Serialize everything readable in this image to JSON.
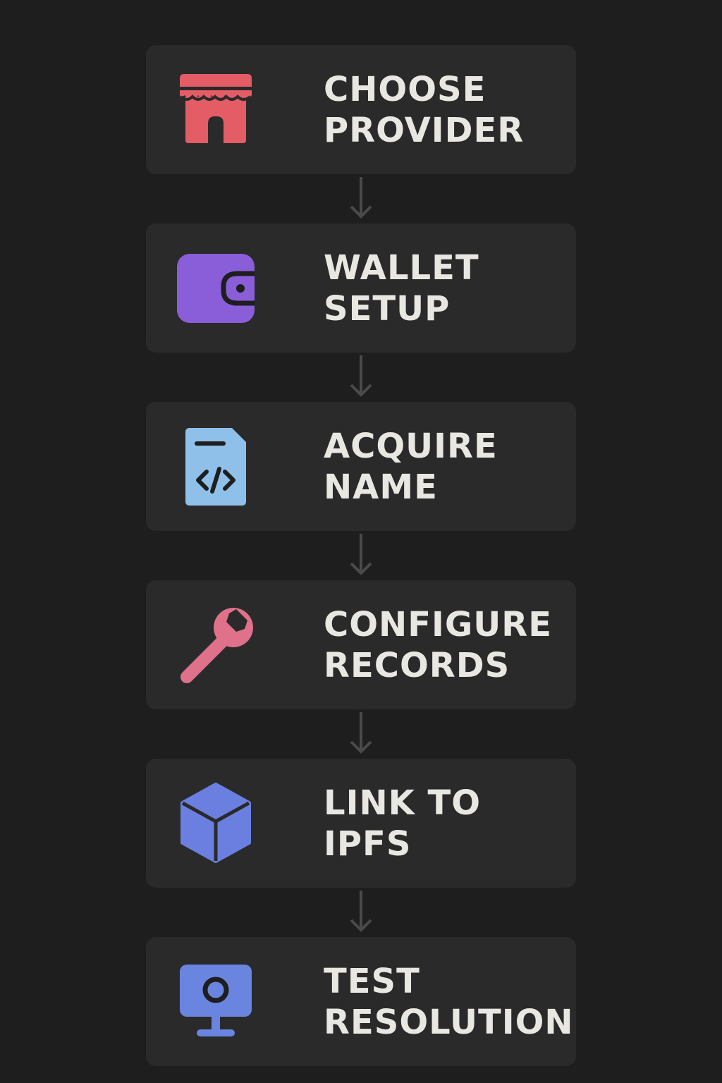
{
  "steps": [
    {
      "line1": "CHOOSE",
      "line2": "PROVIDER",
      "icon": "storefront-icon",
      "color": "#e35c66"
    },
    {
      "line1": "WALLET",
      "line2": "SETUP",
      "icon": "wallet-icon",
      "color": "#8a5ed8"
    },
    {
      "line1": "ACQUIRE",
      "line2": "NAME",
      "icon": "code-file-icon",
      "color": "#8ec0ea"
    },
    {
      "line1": "CONFIGURE",
      "line2": "RECORDS",
      "icon": "wrench-icon",
      "color": "#e0718a"
    },
    {
      "line1": "LINK TO",
      "line2": "IPFS",
      "icon": "cube-icon",
      "color": "#6a7fe0"
    },
    {
      "line1": "TEST",
      "line2": "RESOLUTION",
      "icon": "monitor-icon",
      "color": "#6a85e0"
    }
  ],
  "colors": {
    "background": "#1e1e1e",
    "card": "#2a2a2a",
    "text": "#e9e7e2",
    "arrow": "#4a4a4a"
  }
}
